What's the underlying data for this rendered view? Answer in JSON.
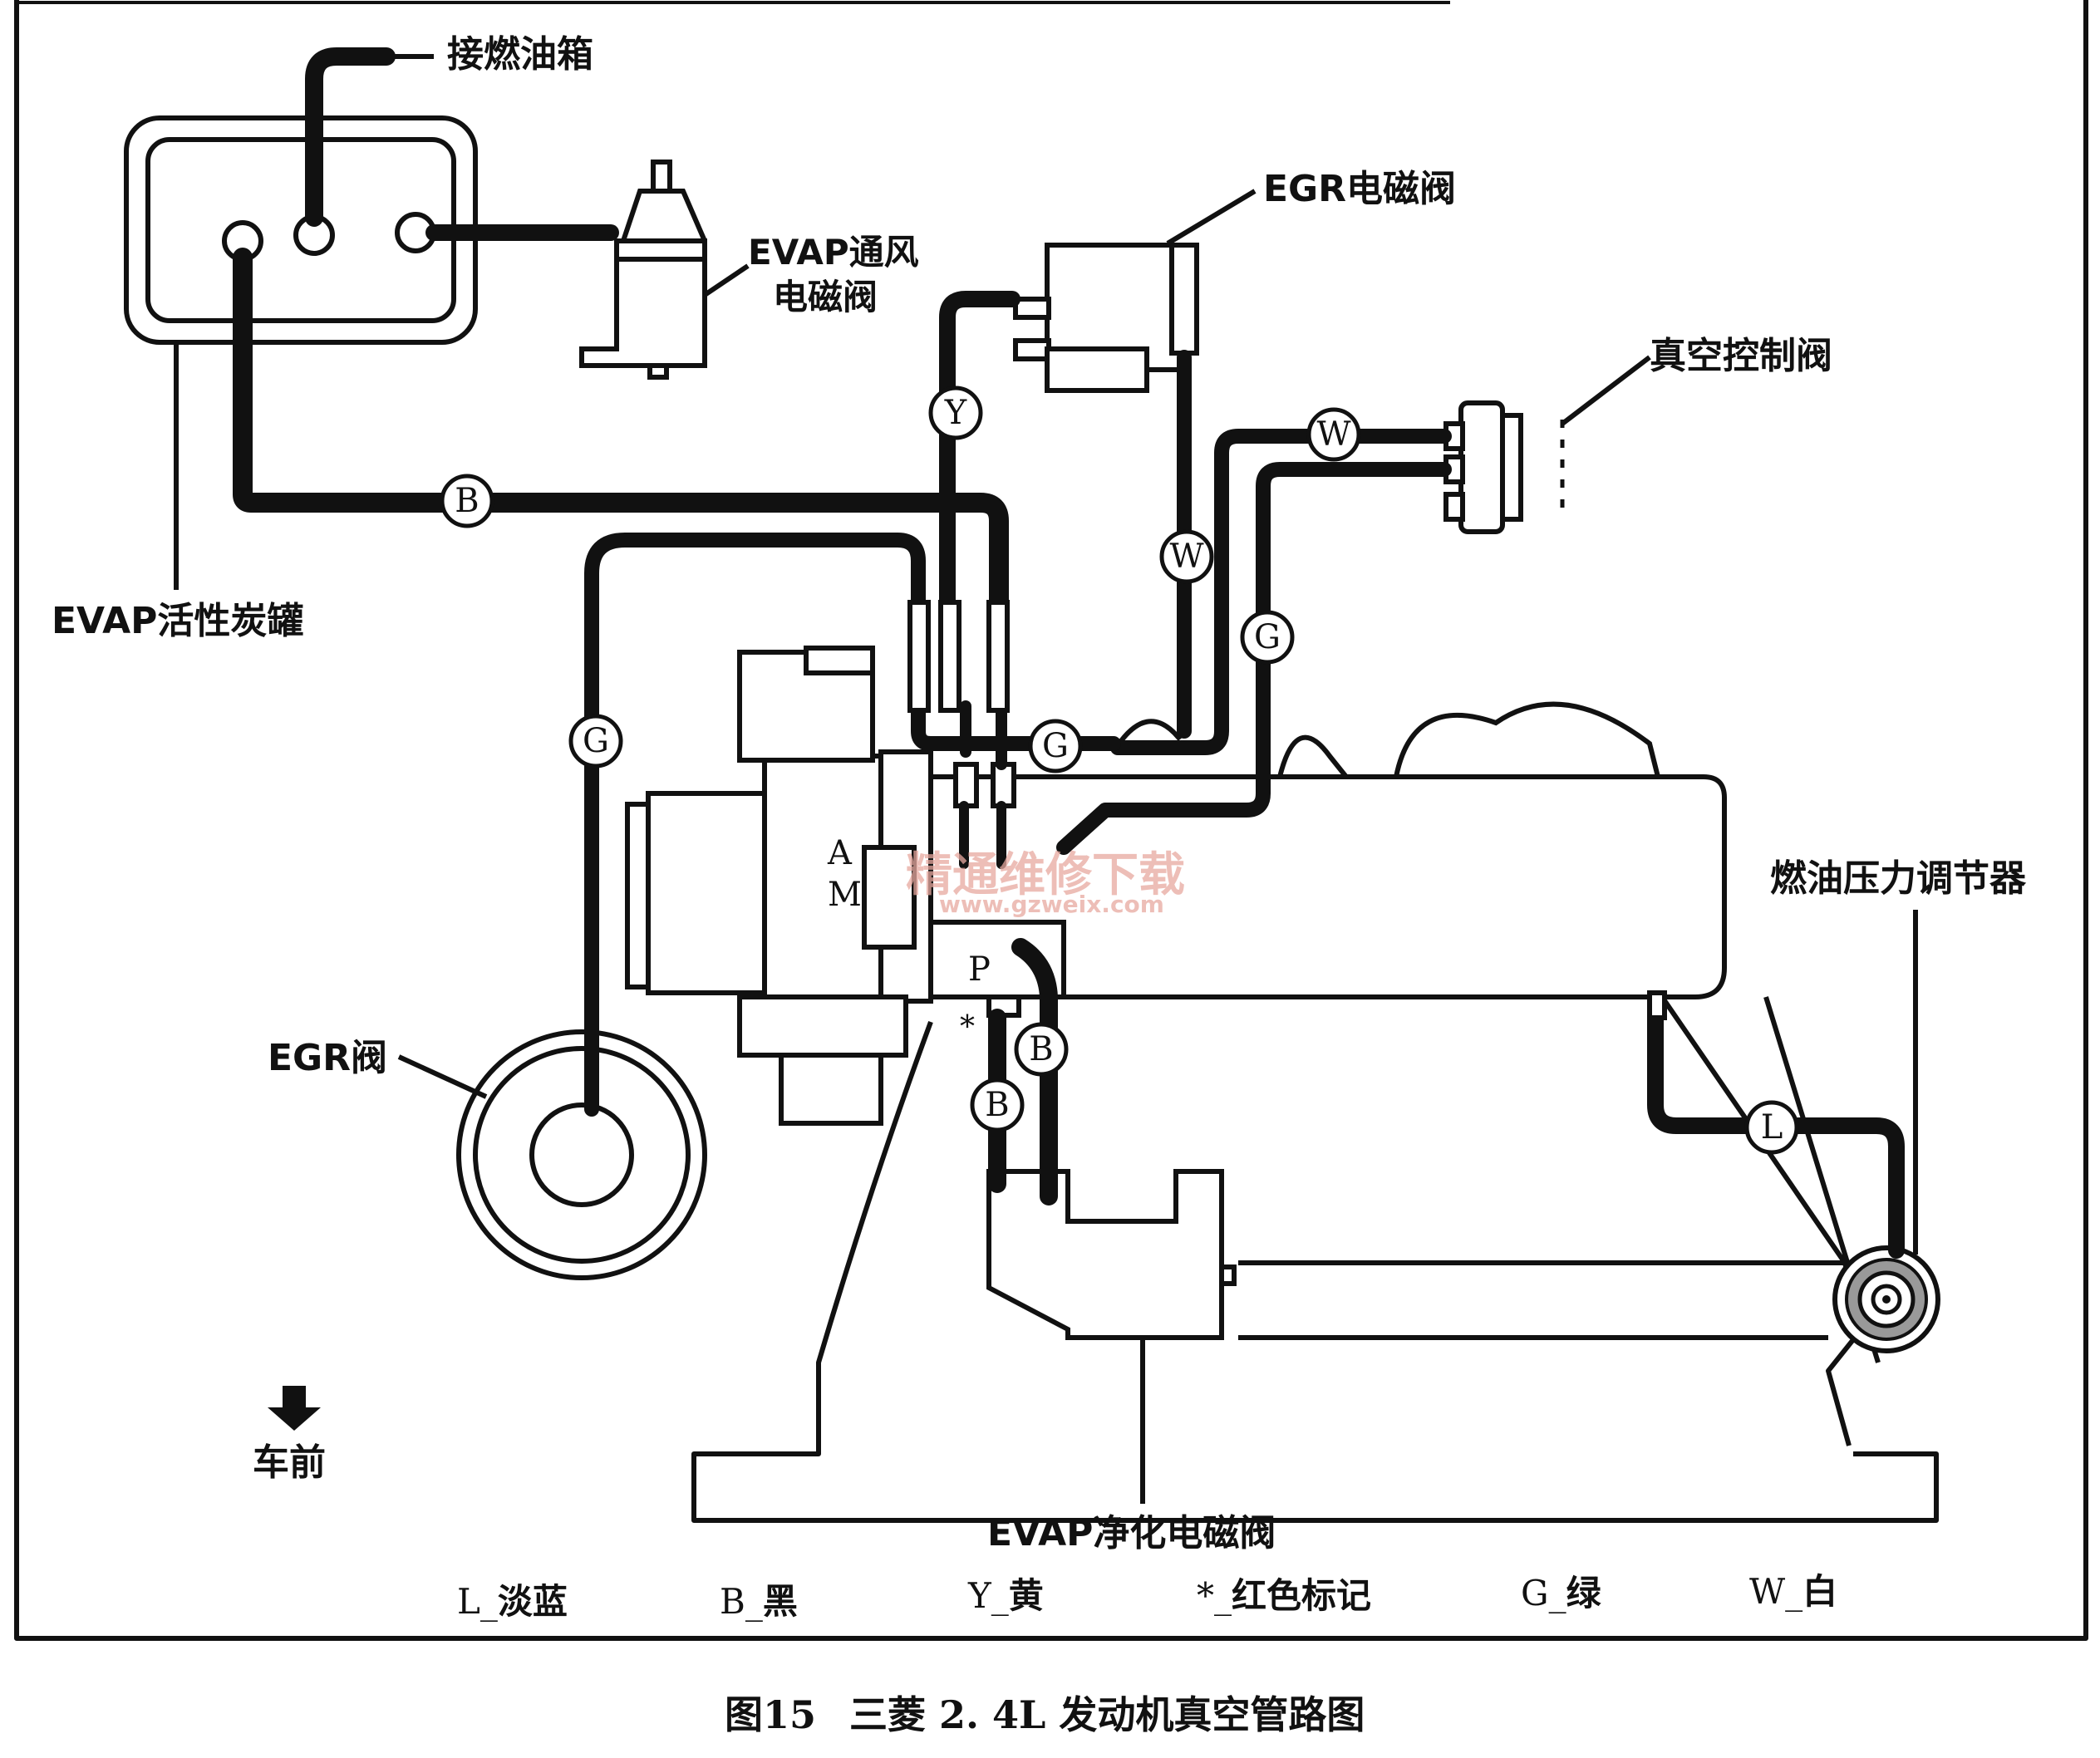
{
  "labels": {
    "fuel_tank": "接燃油箱",
    "evap_vent_1": "EVAP通风",
    "evap_vent_2": "电磁阀",
    "egr_solenoid": "EGR电磁阀",
    "vacuum_control": "真空控制阀",
    "evap_canister": "EVAP活性炭罐",
    "fuel_regulator": "燃油压力调节器",
    "egr_valve": "EGR阀",
    "front": "车前",
    "evap_purge": "EVAP净化电磁阀",
    "port_a": "A",
    "port_m": "M",
    "port_p": "P",
    "star_mark": "*"
  },
  "hose_tags": {
    "b_canister": "B",
    "y": "Y",
    "w_egr": "W",
    "w_vacuum": "W",
    "g_vacuum": "G",
    "g_egr": "G",
    "g_center": "G",
    "b_purge_right": "B",
    "b_purge_left": "B",
    "l": "L"
  },
  "legend": [
    {
      "code": "L",
      "sep": "_",
      "meaning": "淡蓝"
    },
    {
      "code": "B",
      "sep": "_",
      "meaning": "黑"
    },
    {
      "code": "Y",
      "sep": "_",
      "meaning": "黄"
    },
    {
      "code": "*",
      "sep": "_",
      "meaning": "红色标记"
    },
    {
      "code": "G",
      "sep": "_",
      "meaning": "绿"
    },
    {
      "code": "W",
      "sep": "_",
      "meaning": "白"
    }
  ],
  "caption": {
    "figure": "图15",
    "title": "三菱 2. 4L 发动机真空管路图"
  },
  "watermark": {
    "line1": "精通维修下载",
    "line2": "www.gzweix.com"
  },
  "colors": {
    "ink": "#111111",
    "watermark": "#e8a9a0"
  }
}
